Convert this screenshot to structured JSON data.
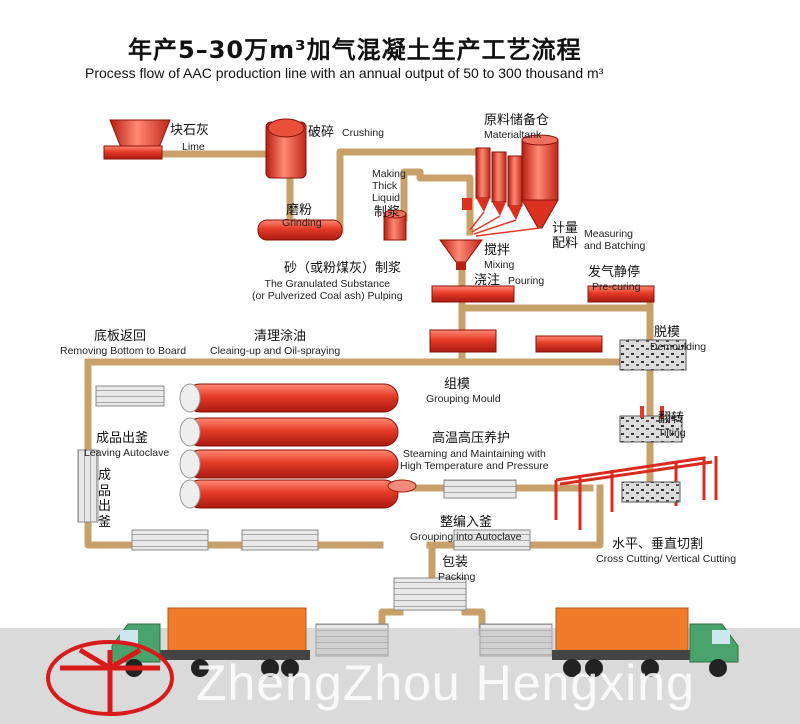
{
  "title": {
    "zh": "年产5–30万m³加气混凝土生产工艺流程",
    "en": "Process flow of AAC production line with an annual output of 50 to 300 thousand m³"
  },
  "labels": {
    "lime": {
      "zh": "块石灰",
      "en": "Lime"
    },
    "crushing": {
      "zh": "破碎",
      "en": "Crushing"
    },
    "grinding": {
      "zh": "磨粉",
      "en": "Grinding"
    },
    "liquid": {
      "en": "Making\nThick\nLiquid",
      "zh": "制浆"
    },
    "material_tank": {
      "zh": "原料储备仓",
      "en": "Materialtank"
    },
    "measuring": {
      "zh": "计量\n配料",
      "en": "Measuring\nand Batching"
    },
    "mixing": {
      "zh": "搅拌",
      "en": "Mixing"
    },
    "pouring": {
      "zh": "浇注",
      "en": "Pouring"
    },
    "pulping": {
      "zh": "砂（或粉煤灰）制浆",
      "en": "The Granulated Substance\n(or Pulverized Coal ash) Pulping"
    },
    "precuring": {
      "zh": "发气静停",
      "en": "Pre-curing"
    },
    "demoulding": {
      "zh": "脱模",
      "en": "Demoulding"
    },
    "removing": {
      "zh": "底板返回",
      "en": "Removing Bottom to Board"
    },
    "cleaning": {
      "zh": "清理涂油",
      "en": "Cleaing-up and Oil-spraying"
    },
    "grouping_mould": {
      "zh": "组模",
      "en": "Grouping Mould"
    },
    "steaming": {
      "zh": "高温高压养护",
      "en": "Steaming and Maintaining with\nHigh Temperature and Pressure"
    },
    "tilting": {
      "zh": "翻转",
      "en": "Tilting"
    },
    "leaving": {
      "zh": "成品出釜",
      "en": "Leaving Autoclave"
    },
    "leaving_vertical": {
      "zh": "成\n品\n出\n釜"
    },
    "grouping_autoclave": {
      "zh": "整编入釜",
      "en": "Grouping into Autoclave"
    },
    "cutting": {
      "zh": "水平、垂直切割",
      "en": "Cross Cutting/ Vertical Cutting"
    },
    "packing": {
      "zh": "包装",
      "en": "Packing"
    }
  },
  "watermark": "ZhengZhou Hengxing",
  "colors": {
    "pipe": "#c8a16a",
    "machine": "#e23a2a",
    "machine_dark": "#b81f15",
    "block": "#d9d9d9",
    "cargo": "#ee7a2a",
    "truck_cab": "#4aa36a"
  }
}
